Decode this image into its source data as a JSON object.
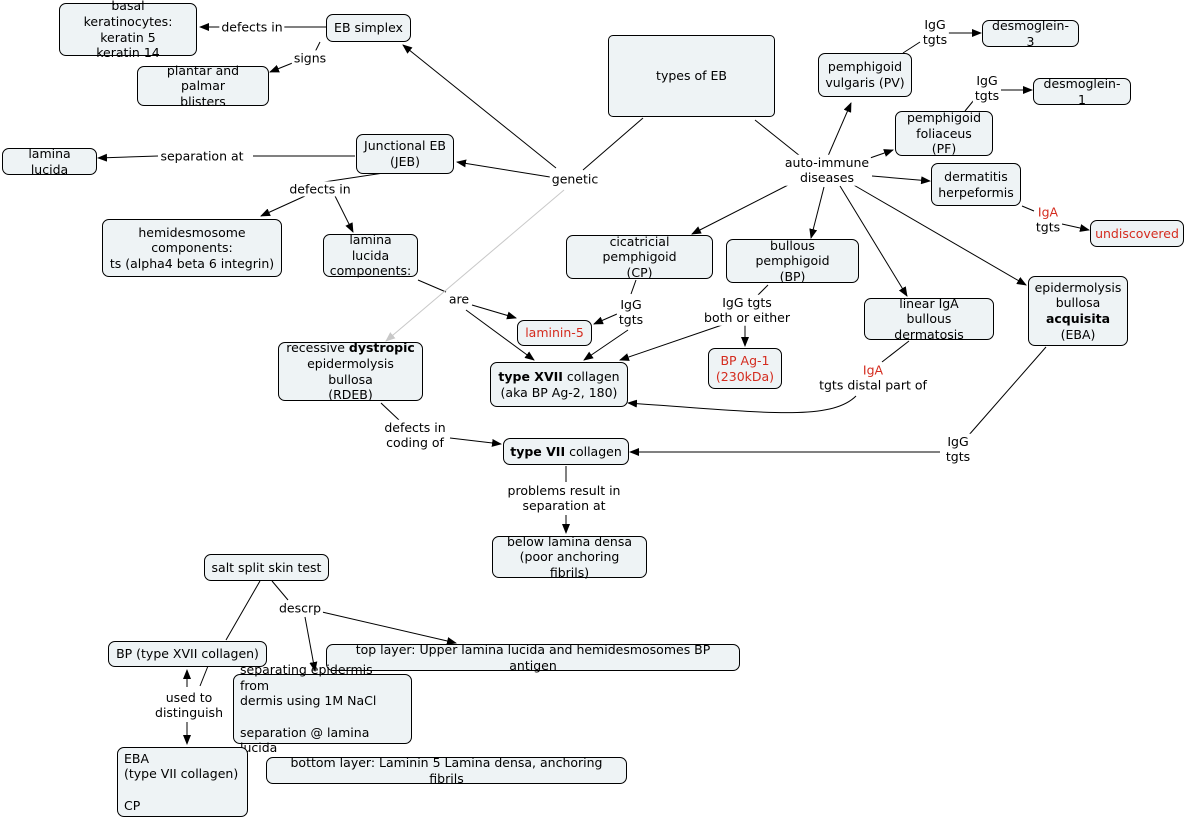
{
  "nodes": {
    "basal": "basal keratinocytes:\nkeratin 5\nkeratin 14",
    "eb_simplex": "EB simplex",
    "plantar": "plantar and palmar\nblisters",
    "types_eb": "types of EB",
    "pv": "pemphigoid\nvulgaris (PV)",
    "dsg3": "desmoglein-3",
    "dsg1": "desmoglein-1",
    "pf": "pemphigoid\nfoliaceus (PF)",
    "dh": "dermatitis\nherpeformis",
    "undiscovered": "undiscovered",
    "junctional": "Junctional EB\n(JEB)",
    "lamina_lucida": "lamina lucida",
    "hemidesmosome": "hemidesmosome\ncomponents:\nts (alpha4 beta 6 integrin)",
    "ll_components": "lamina lucida\ncomponents:",
    "cp": "cicatricial pemphigoid\n(CP)",
    "bp": "bullous pemphigoid\n(BP)",
    "ebaq_1": "epidermolysis\nbullosa",
    "ebaq_2": "acquisita",
    "ebaq_3": "(EBA)",
    "linear": "linear IgA\nbullous dermatosis",
    "laminin5": "laminin-5",
    "bp_ag1": "BP Ag-1\n(230kDa)",
    "rdeb_1": "recessive ",
    "rdeb_2": "dystropic",
    "rdeb_3": "epidermolysis bullosa\n(RDEB)",
    "t17_1": "type XVII",
    "t17_2": " collagen",
    "t17_3": "(aka BP Ag-2, 180)",
    "t7_1": "type VII",
    "t7_2": " collagen",
    "below": "below lamina densa\n(poor anchoring fibrils)",
    "salt": "salt split skin test",
    "bp17": "BP (type XVII collagen)",
    "top_layer": "top layer: Upper lamina lucida and hemidesmosomes BP antigen",
    "separating": "separating epidermis from\ndermis using 1M NaCl\n\nseparation @ lamina lucida",
    "eba7": "EBA\n(type VII collagen)\n\nCP",
    "bottom_layer": "bottom layer:  Laminin 5 Lamina densa, anchoring fibrils"
  },
  "links": {
    "defects_in": "defects in",
    "signs": "signs",
    "igg_tgts_1": "IgG\ntgts",
    "igg_tgts_2": "IgG\ntgts",
    "separation_at": "separation at",
    "genetic": "genetic",
    "autoimmune": "auto-immune\ndiseases",
    "defects_in_2": "defects in",
    "iga_1": "IgA",
    "tgts_1": "tgts",
    "are": "are",
    "igg_tgts_cp": "IgG\ntgts",
    "igg_both": "IgG tgts\nboth or either",
    "iga_2": "IgA",
    "tgts_distal": "tgts distal part of",
    "defects_coding": "defects in\ncoding of",
    "igg_tgts_eba": "IgG\ntgts",
    "problems": "problems result in\nseparation at",
    "descrp": "descrp",
    "used_to": "used to\ndistinguish"
  },
  "colors": {
    "node_fill": "#eef3f5",
    "red_text": "#d42b1e",
    "gray_edge": "#c8c8c8"
  }
}
